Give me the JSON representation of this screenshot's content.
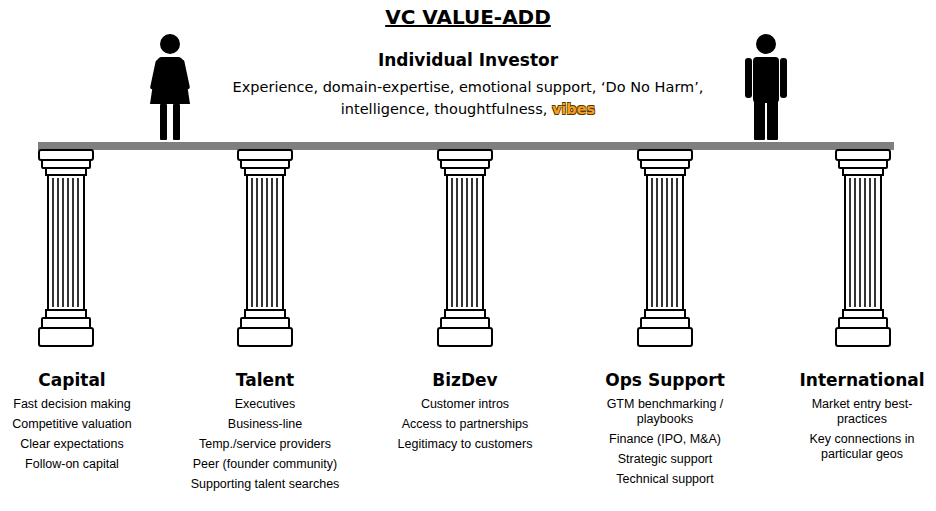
{
  "diagram": {
    "title": "VC VALUE-ADD",
    "nodes": [
      {
        "text": [
          "Individual Investor",
          "Experience, domain-expertise, emotional support, ‘Do No Harm’, intelligence, thoughtfulness,",
          "vibes"
        ]
      },
      {
        "text": [
          "Capital",
          "Fast decision making",
          "Competitive valuation",
          "Clear expectations",
          "Follow-on capital"
        ]
      },
      {
        "text": [
          "Talent",
          "Executives",
          "Business-line",
          "Temp./service providers",
          "Peer (founder community)",
          "Supporting talent searches"
        ]
      },
      {
        "text": [
          "BizDev",
          "Customer intros",
          "Access to partnerships",
          "Legitimacy to customers"
        ]
      },
      {
        "text": [
          "Ops Support",
          "GTM benchmarking / playbooks",
          "Finance (IPO, M&A)",
          "Strategic support",
          "Technical support"
        ]
      },
      {
        "text": [
          "International",
          "Market entry best-practices",
          "Key connections in particular geos"
        ]
      }
    ]
  }
}
